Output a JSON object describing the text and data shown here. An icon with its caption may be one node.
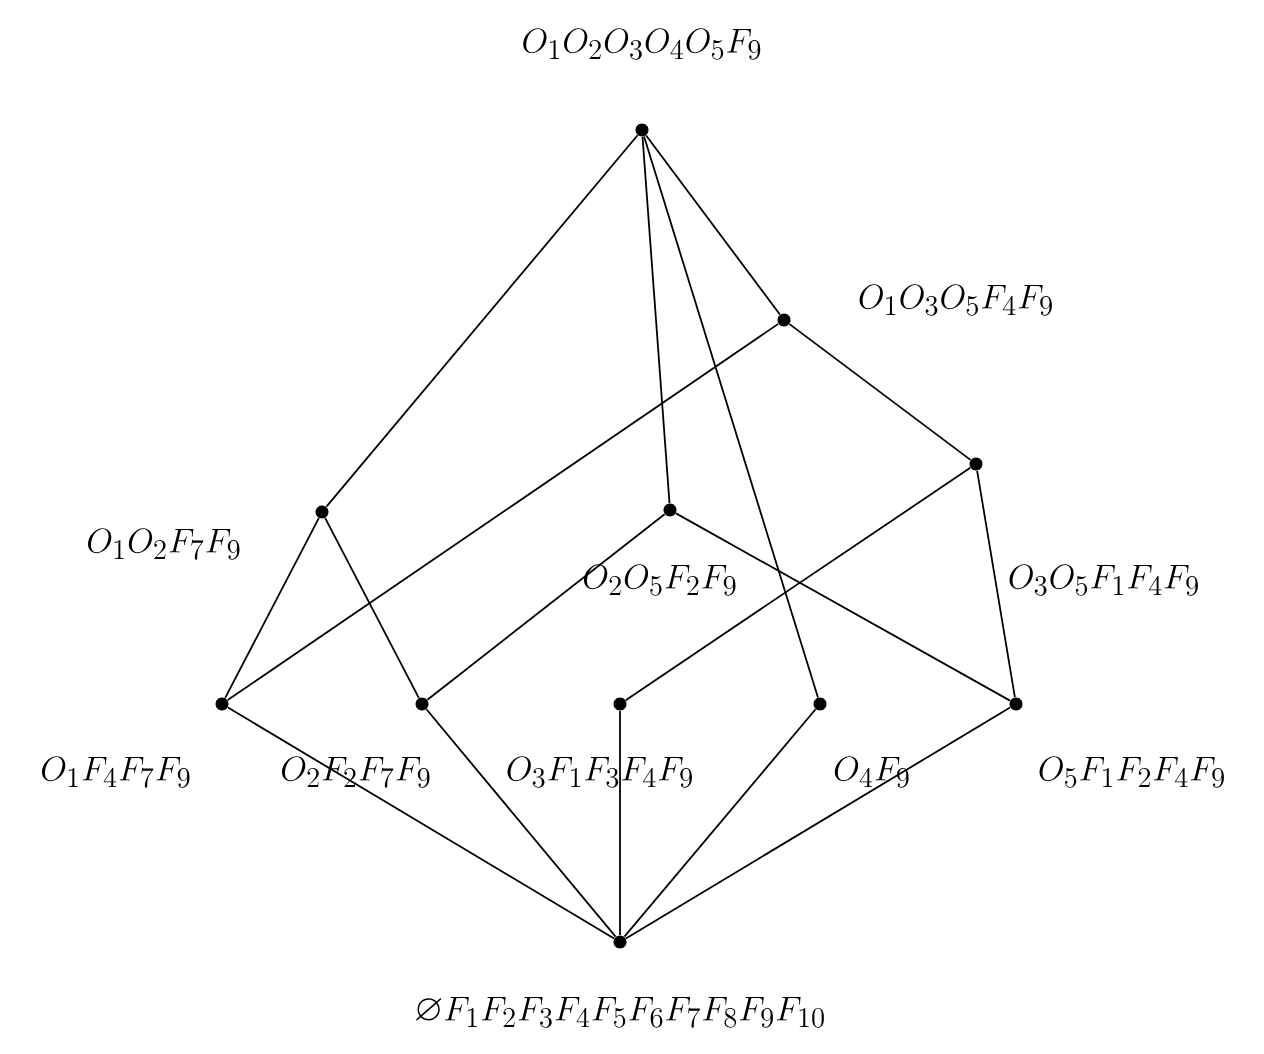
{
  "diagram": {
    "nodes": [
      {
        "text": [
          "O_1O_2O_3O_4O_5F_9"
        ]
      },
      {
        "text": [
          "O_1O_3O_5F_4F_9"
        ]
      },
      {
        "text": [
          "O_1O_2F_7F_9"
        ]
      },
      {
        "text": [
          "O_2O_5F_2F_9"
        ]
      },
      {
        "text": [
          "O_3O_5F_1F_4F_9"
        ]
      },
      {
        "text": [
          "O_1F_4F_7F_9"
        ]
      },
      {
        "text": [
          "O_2F_2F_7F_9"
        ]
      },
      {
        "text": [
          "O_3F_1F_3F_4F_9"
        ]
      },
      {
        "text": [
          "O_4F_9"
        ]
      },
      {
        "text": [
          "O_5F_1F_2F_4F_9"
        ]
      },
      {
        "text": [
          "\\varnothing F_1F_2F_3F_4F_5F_6F_7F_8F_9F_{10}"
        ]
      }
    ],
    "edges": [
      {
        "from": 0,
        "to": 2,
        "arrow": "none"
      },
      {
        "from": 0,
        "to": 3,
        "arrow": "none"
      },
      {
        "from": 0,
        "to": 8,
        "arrow": "none"
      },
      {
        "from": 0,
        "to": 1,
        "arrow": "none"
      },
      {
        "from": 1,
        "to": 5,
        "arrow": "none"
      },
      {
        "from": 1,
        "to": 4,
        "arrow": "none"
      },
      {
        "from": 2,
        "to": 5,
        "arrow": "none"
      },
      {
        "from": 2,
        "to": 6,
        "arrow": "none"
      },
      {
        "from": 3,
        "to": 6,
        "arrow": "none"
      },
      {
        "from": 3,
        "to": 9,
        "arrow": "none"
      },
      {
        "from": 4,
        "to": 7,
        "arrow": "none"
      },
      {
        "from": 4,
        "to": 9,
        "arrow": "none"
      },
      {
        "from": 5,
        "to": 10,
        "arrow": "none"
      },
      {
        "from": 6,
        "to": 10,
        "arrow": "none"
      },
      {
        "from": 7,
        "to": 10,
        "arrow": "none"
      },
      {
        "from": 8,
        "to": 10,
        "arrow": "none"
      },
      {
        "from": 9,
        "to": 10,
        "arrow": "none"
      }
    ]
  }
}
